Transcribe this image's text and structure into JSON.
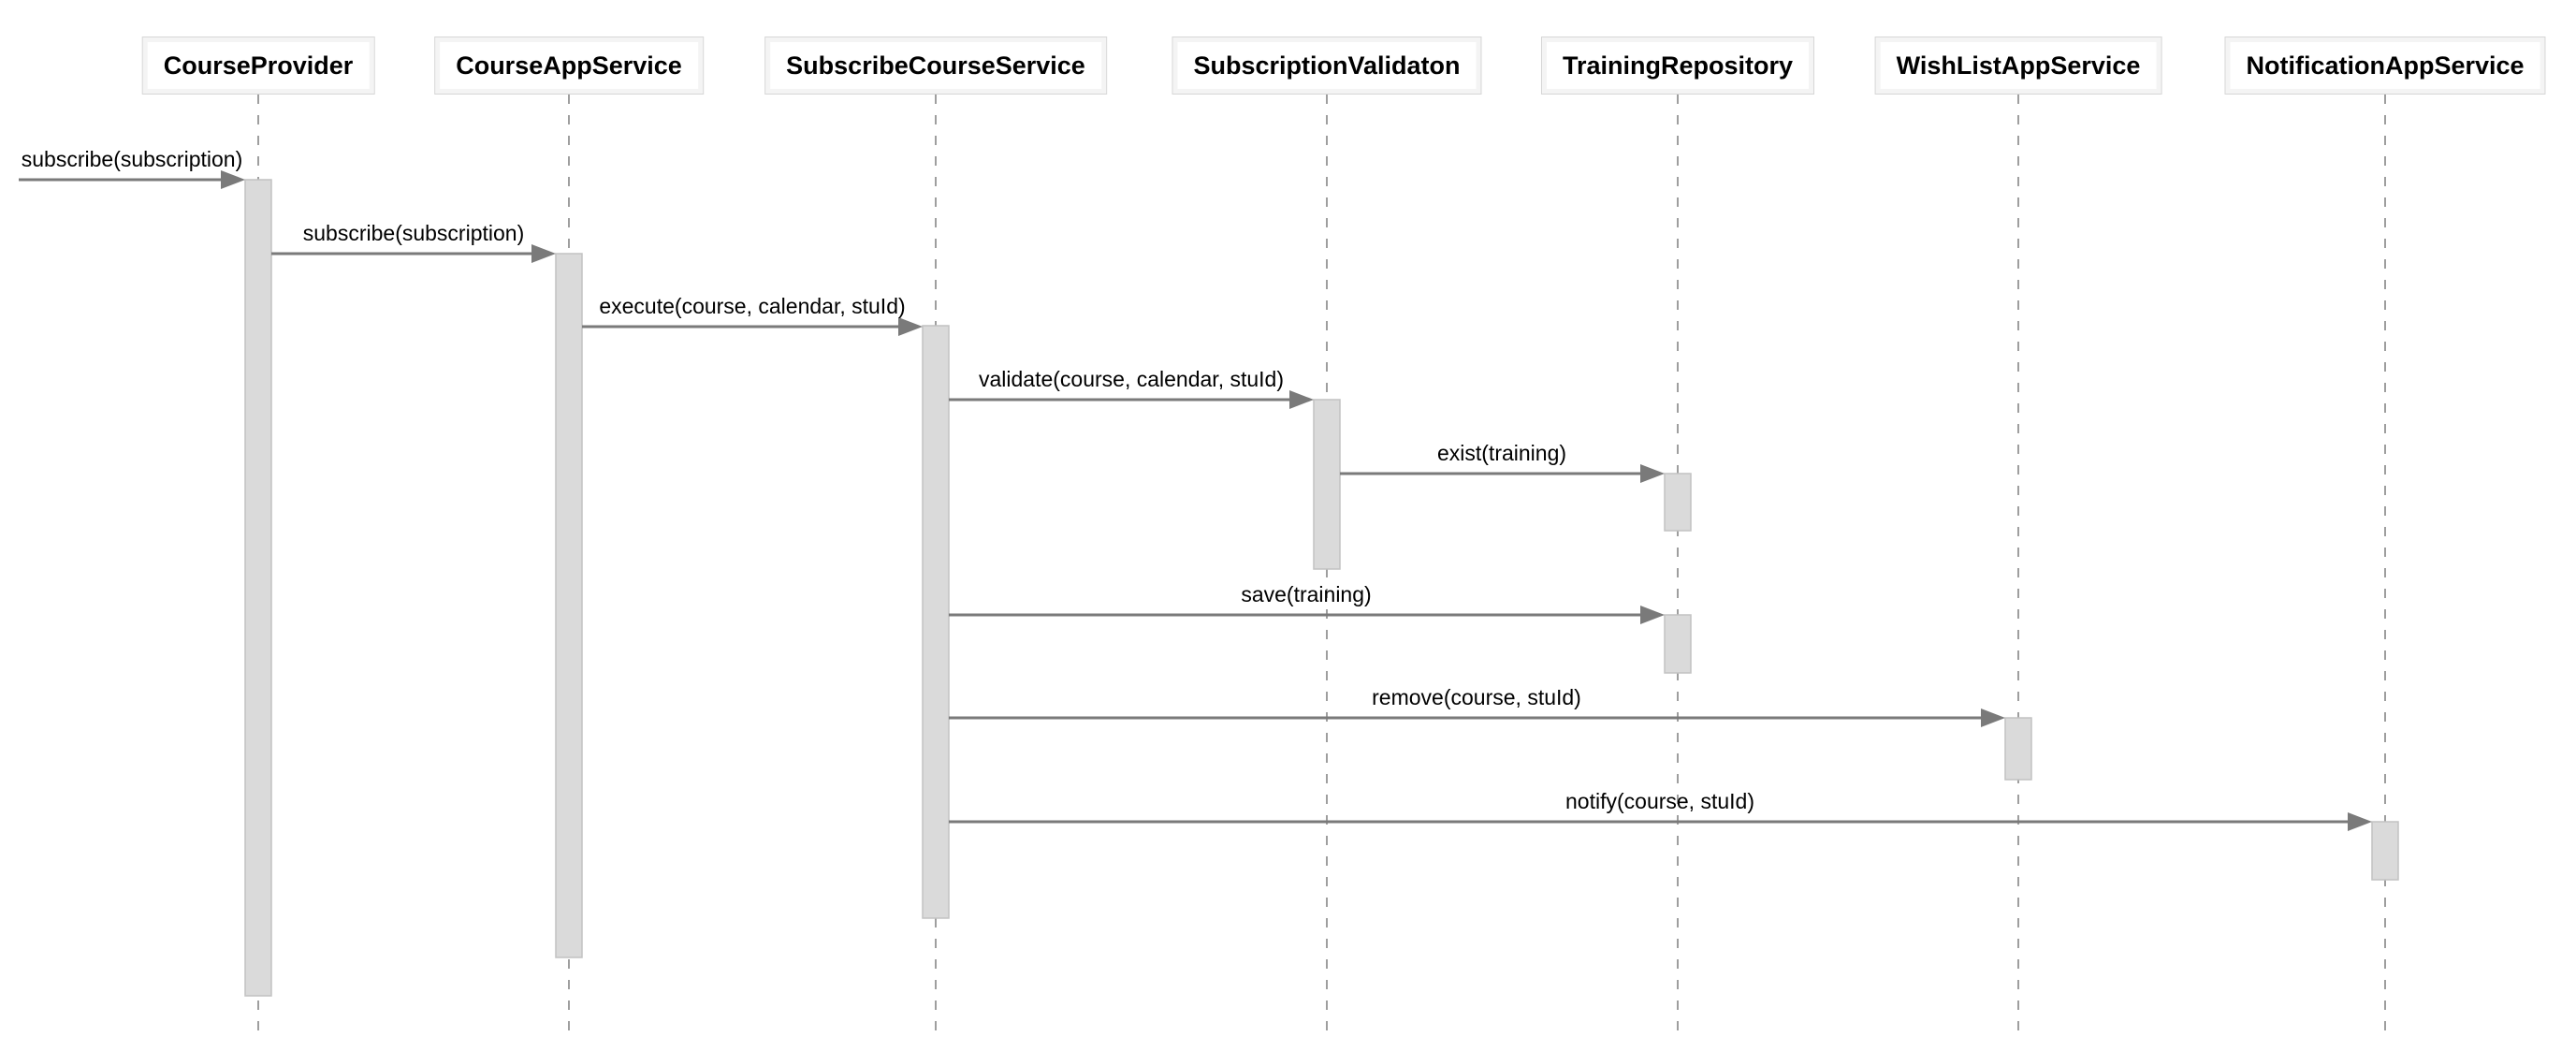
{
  "diagram": {
    "type": "uml-sequence-diagram",
    "participants": [
      {
        "name": "CourseProvider"
      },
      {
        "name": "CourseAppService"
      },
      {
        "name": "SubscribeCourseService"
      },
      {
        "name": "SubscriptionValidaton"
      },
      {
        "name": "TrainingRepository"
      },
      {
        "name": "WishListAppService"
      },
      {
        "name": "NotificationAppService"
      }
    ],
    "messages": [
      {
        "label": "subscribe(subscription)",
        "from": "(external)",
        "to": "CourseProvider"
      },
      {
        "label": "subscribe(subscription)",
        "from": "CourseProvider",
        "to": "CourseAppService"
      },
      {
        "label": "execute(course, calendar, stuId)",
        "from": "CourseAppService",
        "to": "SubscribeCourseService"
      },
      {
        "label": "validate(course, calendar, stuId)",
        "from": "SubscribeCourseService",
        "to": "SubscriptionValidaton"
      },
      {
        "label": "exist(training)",
        "from": "SubscriptionValidaton",
        "to": "TrainingRepository"
      },
      {
        "label": "save(training)",
        "from": "SubscribeCourseService",
        "to": "TrainingRepository"
      },
      {
        "label": "remove(course, stuId)",
        "from": "SubscribeCourseService",
        "to": "WishListAppService"
      },
      {
        "label": "notify(course, stuId)",
        "from": "SubscribeCourseService",
        "to": "NotificationAppService"
      }
    ],
    "colors": {
      "background": "#ffffff",
      "participant_border": "#d6d6d6",
      "participant_inner_band": "#f4f4f4",
      "lifeline": "#9e9e9e",
      "activation_fill": "#dadada",
      "activation_border": "#c2c2c2",
      "arrow": "#7a7a7a",
      "text": "#000000"
    }
  }
}
